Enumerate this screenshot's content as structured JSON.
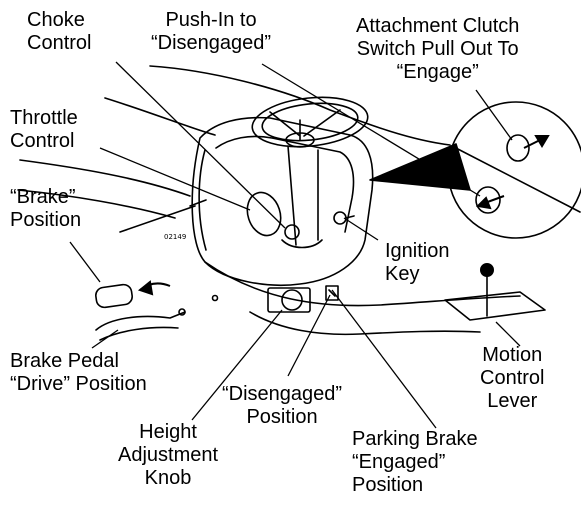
{
  "labels": {
    "choke_control": [
      "Choke",
      "Control"
    ],
    "push_in_disengaged": [
      "Push-In to",
      "“Disengaged”"
    ],
    "attachment_clutch_switch": [
      "Attachment Clutch",
      "Switch Pull Out To",
      "“Engage”"
    ],
    "throttle_control": [
      "Throttle",
      "Control"
    ],
    "brake_position": [
      "“Brake”",
      "Position"
    ],
    "ignition_key": [
      "Ignition",
      "Key"
    ],
    "brake_pedal_drive_position": [
      "Brake Pedal",
      "“Drive” Position"
    ],
    "motion_control_lever": [
      "Motion",
      "Control",
      "Lever"
    ],
    "disengaged_position": [
      "“Disengaged”",
      "Position"
    ],
    "height_adjustment_knob": [
      "Height",
      "Adjustment",
      "Knob"
    ],
    "parking_brake_engaged_position": [
      "Parking Brake",
      "“Engaged”",
      "Position"
    ]
  },
  "part_number": "02149",
  "colors": {
    "ink": "#000000",
    "paper": "#ffffff"
  }
}
